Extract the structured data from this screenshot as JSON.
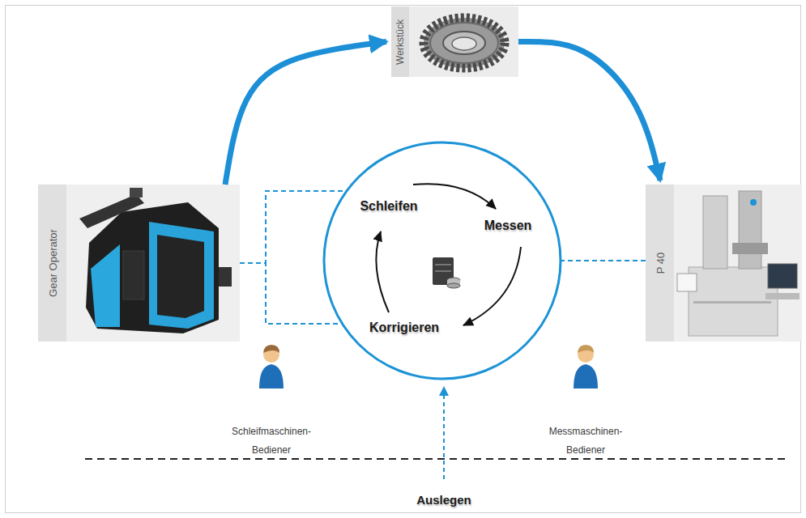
{
  "diagram": {
    "nodes": [
      {
        "text": [
          "Werkstück"
        ]
      },
      {
        "text": [
          "Gear Operator"
        ]
      },
      {
        "text": [
          "Schleifen",
          "Messen",
          "Korrigieren"
        ]
      },
      {
        "text": [
          "P 40"
        ]
      }
    ],
    "edges": [
      {
        "from": 1,
        "to": 0,
        "arrow": "to"
      },
      {
        "from": 0,
        "to": 3,
        "arrow": "to"
      },
      {
        "from": 1,
        "to": 2,
        "arrow": "none"
      },
      {
        "from": 3,
        "to": 2,
        "arrow": "none"
      }
    ],
    "labels": [
      "Schleifmaschinen- Bediener",
      "Messmaschinen- Bediener",
      "Auslegen"
    ]
  }
}
